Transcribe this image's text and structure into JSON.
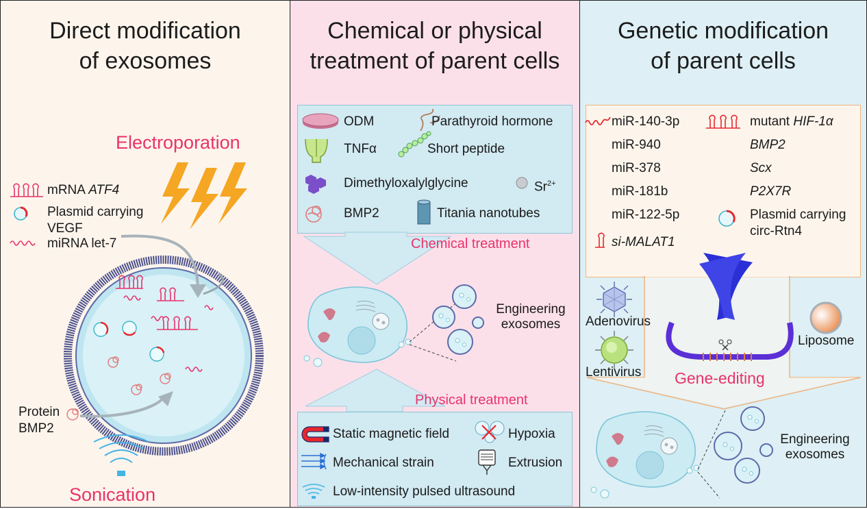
{
  "panels": [
    {
      "title_line1": "Direct modification",
      "title_line2": "of exosomes",
      "electroporation": "Electroporation",
      "items": [
        {
          "label": "mRNA ",
          "label_it": "ATF4"
        },
        {
          "label": "Plasmid carrying"
        },
        {
          "label": "VEGF"
        },
        {
          "label": "miRNA let-7"
        }
      ],
      "protein_line1": "Protein",
      "protein_line2": "BMP2",
      "sonication": "Sonication"
    },
    {
      "title_line1": "Chemical or physical",
      "title_line2": "treatment of parent cells",
      "chemical": {
        "items": [
          "ODM",
          "Parathyroid hormone",
          "TNFα",
          "Short peptide",
          "Dimethyloxalylglycine",
          "Sr",
          "BMP2",
          "Titania nanotubes"
        ],
        "sr_superscript": "2+",
        "label": "Chemical treatment"
      },
      "engineering_line1": "Engineering",
      "engineering_line2": "exosomes",
      "physical": {
        "label": "Physical treatment",
        "items": [
          "Static magnetic field",
          "Hypoxia",
          "Mechanical strain",
          "Extrusion",
          "Low-intensity pulsed ultrasound"
        ]
      }
    },
    {
      "title_line1": "Genetic modification",
      "title_line2": "of parent cells",
      "mirnas": [
        "miR-140-3p",
        "miR-940",
        "miR-378",
        "miR-181b",
        "miR-122-5p"
      ],
      "si": "si-MALAT1",
      "genes": [
        {
          "pre": "mutant ",
          "it": "HIF-1α"
        },
        {
          "pre": "",
          "it": "BMP2"
        },
        {
          "pre": "",
          "it": "Scx"
        },
        {
          "pre": "",
          "it": "P2X7R"
        }
      ],
      "plasmid_line1": "Plasmid carrying",
      "plasmid_line2": "circ-Rtn4",
      "adenovirus": "Adenovirus",
      "lentivirus": "Lentivirus",
      "liposome": "Liposome",
      "gene_editing": "Gene-editing",
      "engineering_line1": "Engineering",
      "engineering_line2": "exosomes"
    }
  ],
  "colors": {
    "accent": "#e8336b",
    "lightning": "#f5a623",
    "membrane": "#4a4f8c",
    "cell": "#cdebf3",
    "chromosome": "#2b2fd6"
  }
}
